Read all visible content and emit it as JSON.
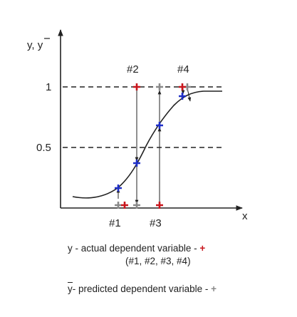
{
  "axes": {
    "y_label": "y, y",
    "x_label": "x",
    "tick_1": "1",
    "tick_05": "0.5"
  },
  "points": {
    "p1": "#1",
    "p2": "#2",
    "p3": "#3",
    "p4": "#4"
  },
  "legend": {
    "actual_text": "y - actual dependent variable - ",
    "actual_sub": "(#1, #2, #3, #4)",
    "predicted_text": "y- predicted dependent variable - ",
    "plus": "+"
  },
  "colors": {
    "actual": "#c8161d",
    "predicted": "#8a8a8a",
    "curve_point": "#1f2fc8"
  }
}
